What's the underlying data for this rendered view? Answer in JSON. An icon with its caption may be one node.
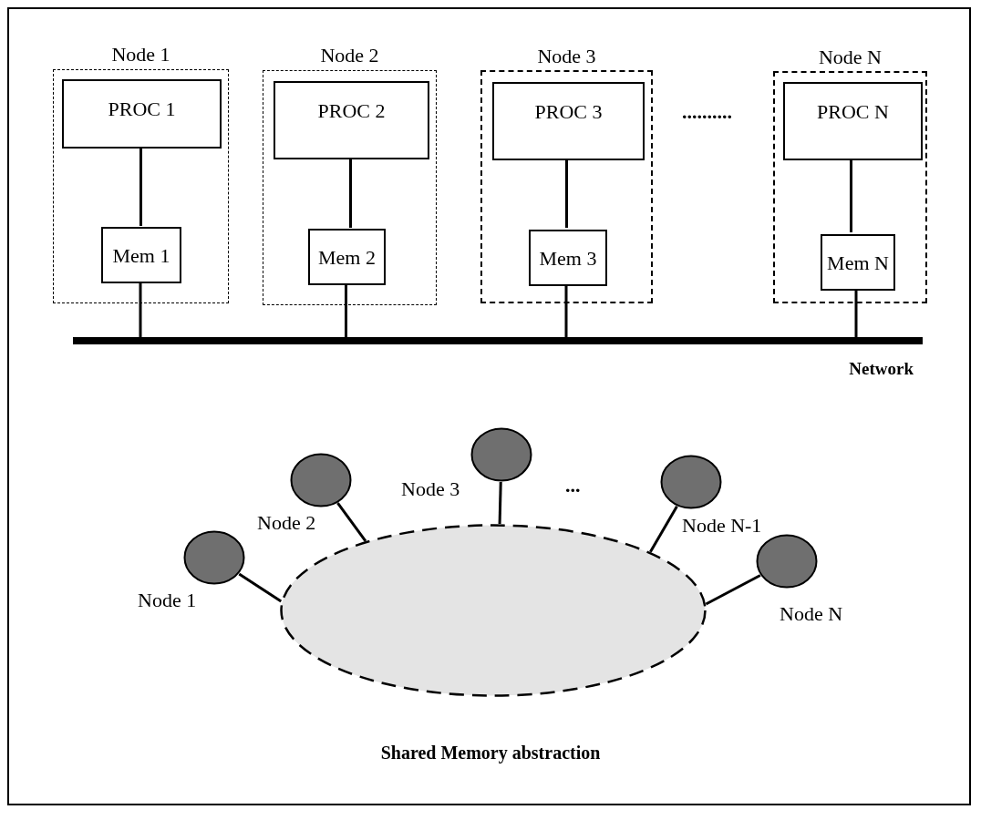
{
  "diagram": {
    "caption": "Shared Memory abstraction",
    "nodes": [
      {
        "text": [
          "Node 1"
        ]
      },
      {
        "text": [
          "PROC 1"
        ],
        "in": 0
      },
      {
        "text": [
          "Mem 1"
        ],
        "in": 0
      },
      {
        "text": [
          "Node 2"
        ]
      },
      {
        "text": [
          "PROC 2"
        ],
        "in": 3
      },
      {
        "text": [
          "Mem 2"
        ],
        "in": 3
      },
      {
        "text": [
          "Node 3"
        ]
      },
      {
        "text": [
          "PROC 3"
        ],
        "in": 6
      },
      {
        "text": [
          "Mem 3"
        ],
        "in": 6
      },
      {
        "text": [
          "Node N"
        ]
      },
      {
        "text": [
          "PROC N"
        ],
        "in": 9
      },
      {
        "text": [
          "Mem N"
        ],
        "in": 9
      },
      {
        "text": [
          "Network"
        ]
      },
      {
        "text": [],
        "shape": "ellipse"
      },
      {
        "text": [],
        "shape": "circle",
        "beside": [
          "Node 1"
        ]
      },
      {
        "text": [],
        "shape": "circle",
        "beside": [
          "Node 2"
        ]
      },
      {
        "text": [],
        "shape": "circle",
        "beside": [
          "Node 3"
        ]
      },
      {
        "text": [],
        "shape": "circle",
        "beside": [
          "Node N-1"
        ]
      },
      {
        "text": [],
        "shape": "circle",
        "beside": [
          "Node N"
        ]
      }
    ],
    "edges": [
      {
        "from": 1,
        "to": 2,
        "arrow": "none"
      },
      {
        "from": 2,
        "to": 12,
        "arrow": "none"
      },
      {
        "from": 4,
        "to": 5,
        "arrow": "none"
      },
      {
        "from": 5,
        "to": 12,
        "arrow": "none"
      },
      {
        "from": 7,
        "to": 8,
        "arrow": "none"
      },
      {
        "from": 8,
        "to": 12,
        "arrow": "none"
      },
      {
        "from": 10,
        "to": 11,
        "arrow": "none"
      },
      {
        "from": 11,
        "to": 12,
        "arrow": "none"
      },
      {
        "from": 14,
        "to": 13,
        "arrow": "none"
      },
      {
        "from": 15,
        "to": 13,
        "arrow": "none"
      },
      {
        "from": 16,
        "to": 13,
        "arrow": "none"
      },
      {
        "from": 17,
        "to": 13,
        "arrow": "none"
      },
      {
        "from": 18,
        "to": 13,
        "arrow": "none"
      }
    ],
    "labels": [
      "..........",
      "..."
    ]
  }
}
